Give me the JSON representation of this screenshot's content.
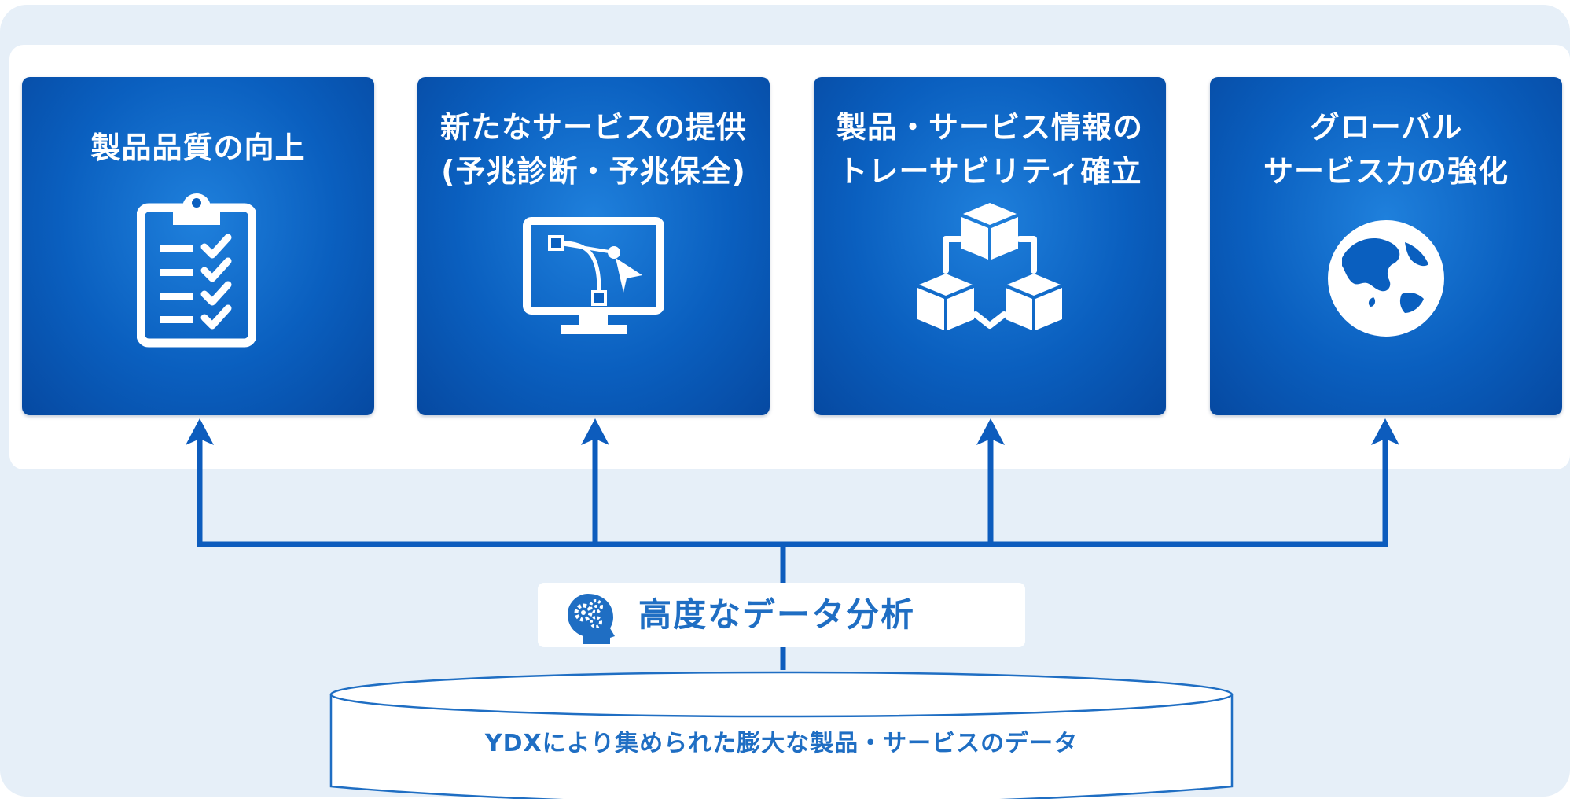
{
  "colors": {
    "outer_background": "#e6eff8",
    "card_blue": "#0a5fbf",
    "connector_blue": "#0d5cbd",
    "text_blue": "#1f6ec3",
    "white": "#ffffff"
  },
  "goals": [
    {
      "label": "製品品質の向上",
      "icon": "clipboard-checklist-icon"
    },
    {
      "label": "新たなサービスの提供\n(予兆診断・予兆保全)",
      "icon": "monitor-bezier-curve-icon"
    },
    {
      "label": "製品・サービス情報の\nトレーサビリティ確立",
      "icon": "linked-cubes-icon"
    },
    {
      "label": "グローバル\nサービス力の強化",
      "icon": "globe-icon"
    }
  ],
  "analysis": {
    "label": "高度なデータ分析",
    "icon": "head-gears-icon"
  },
  "database": {
    "label": "YDXにより集められた膨大な製品・サービスのデータ",
    "icon": "database-cylinder"
  }
}
